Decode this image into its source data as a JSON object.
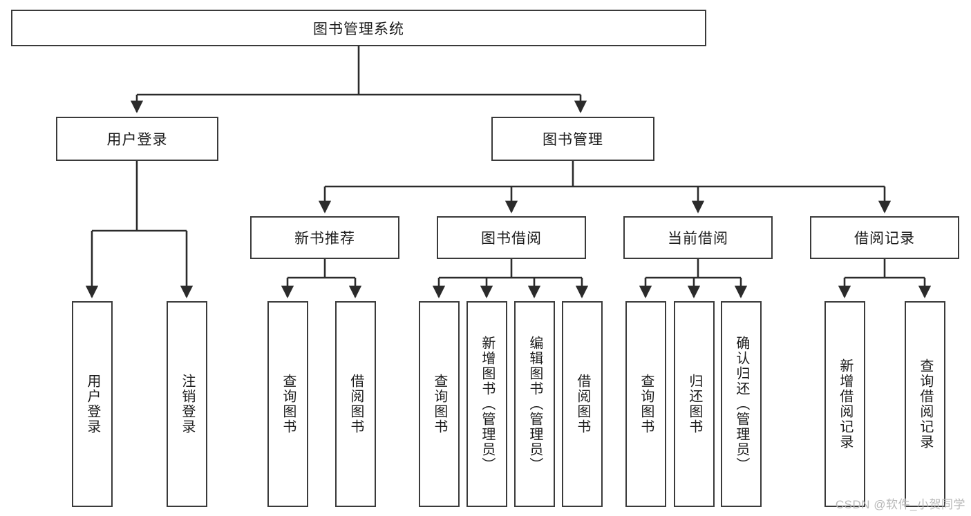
{
  "diagram": {
    "title": "图书管理系统",
    "type": "tree-hierarchy",
    "root": {
      "label": "图书管理系统"
    },
    "level2": [
      {
        "label": "用户登录"
      },
      {
        "label": "图书管理"
      }
    ],
    "level3": [
      {
        "label": "新书推荐"
      },
      {
        "label": "图书借阅"
      },
      {
        "label": "当前借阅"
      },
      {
        "label": "借阅记录"
      }
    ],
    "leaves": {
      "user_login": [
        {
          "label": "用户登录"
        },
        {
          "label": "注销登录"
        }
      ],
      "new_book_recommend": [
        {
          "label": "查询图书"
        },
        {
          "label": "借阅图书"
        }
      ],
      "book_borrow": [
        {
          "label": "查询图书"
        },
        {
          "label": "新增图书（管理员）"
        },
        {
          "label": "编辑图书（管理员）"
        },
        {
          "label": "借阅图书"
        }
      ],
      "current_borrow": [
        {
          "label": "查询图书"
        },
        {
          "label": "归还图书"
        },
        {
          "label": "确认归还（管理员）"
        }
      ],
      "borrow_record": [
        {
          "label": "新增借阅记录"
        },
        {
          "label": "查询借阅记录"
        }
      ]
    },
    "colors": {
      "box_border": "#3a3a3a",
      "box_fill": "#ffffff",
      "edge": "#2b2b2b",
      "text": "#1b1b1b",
      "watermark": "#b9b9b9"
    }
  },
  "watermark": {
    "text": "CSDN @软件_小贺同学"
  }
}
